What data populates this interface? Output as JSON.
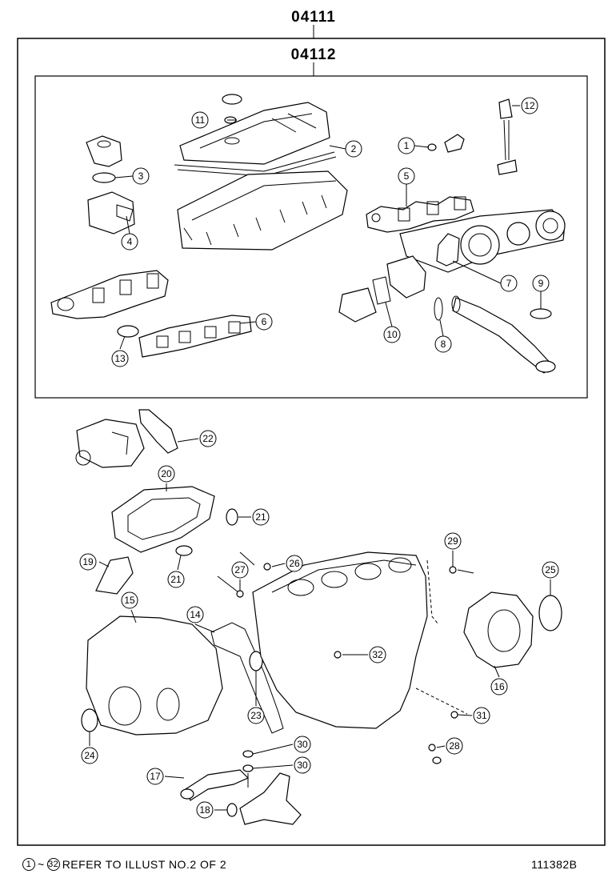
{
  "diagram": {
    "outer_ref": "04111",
    "inner_ref": "04112",
    "callouts": [
      {
        "id": "c1",
        "label": "1"
      },
      {
        "id": "c2",
        "label": "2"
      },
      {
        "id": "c3",
        "label": "3"
      },
      {
        "id": "c4",
        "label": "4"
      },
      {
        "id": "c5",
        "label": "5"
      },
      {
        "id": "c6",
        "label": "6"
      },
      {
        "id": "c7",
        "label": "7"
      },
      {
        "id": "c8",
        "label": "8"
      },
      {
        "id": "c9",
        "label": "9"
      },
      {
        "id": "c10",
        "label": "10"
      },
      {
        "id": "c11",
        "label": "11"
      },
      {
        "id": "c12",
        "label": "12"
      },
      {
        "id": "c13",
        "label": "13"
      },
      {
        "id": "c14",
        "label": "14"
      },
      {
        "id": "c15",
        "label": "15"
      },
      {
        "id": "c16",
        "label": "16"
      },
      {
        "id": "c17",
        "label": "17"
      },
      {
        "id": "c18",
        "label": "18"
      },
      {
        "id": "c19",
        "label": "19"
      },
      {
        "id": "c20",
        "label": "20"
      },
      {
        "id": "c21a",
        "label": "21"
      },
      {
        "id": "c21b",
        "label": "21"
      },
      {
        "id": "c22",
        "label": "22"
      },
      {
        "id": "c23",
        "label": "23"
      },
      {
        "id": "c24",
        "label": "24"
      },
      {
        "id": "c25",
        "label": "25"
      },
      {
        "id": "c26",
        "label": "26"
      },
      {
        "id": "c27",
        "label": "27"
      },
      {
        "id": "c28",
        "label": "28"
      },
      {
        "id": "c29",
        "label": "29"
      },
      {
        "id": "c30a",
        "label": "30"
      },
      {
        "id": "c30b",
        "label": "30"
      },
      {
        "id": "c31",
        "label": "31"
      },
      {
        "id": "c32",
        "label": "32"
      }
    ]
  },
  "footer": {
    "range_start": "1",
    "range_sep": "~",
    "range_end": "32",
    "note": "REFER TO ILLUST NO.2 OF 2",
    "illustration_id": "111382B"
  }
}
